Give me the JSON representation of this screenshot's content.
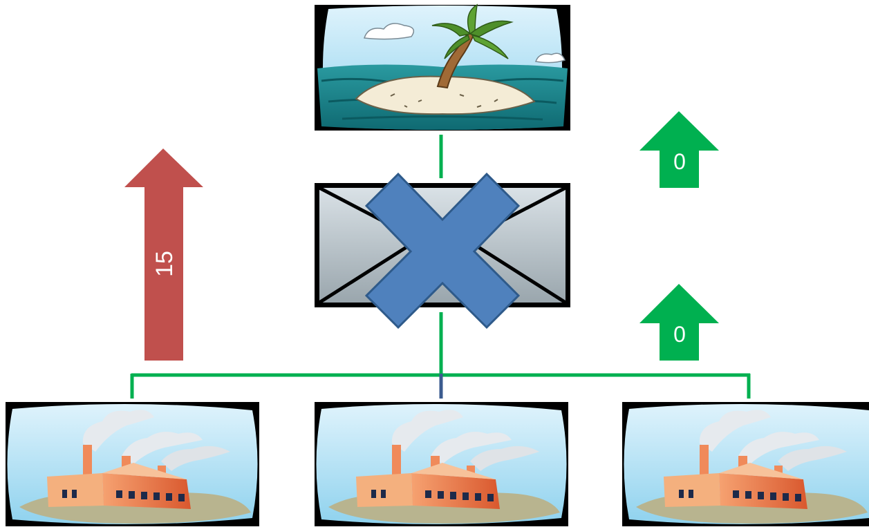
{
  "arrows": {
    "left": {
      "value": "15",
      "color": "#c0504d"
    },
    "upper_right": {
      "value": "0",
      "color": "#00b050"
    },
    "lower_right": {
      "value": "0",
      "color": "#00b050"
    }
  },
  "colors": {
    "connector_line": "#00b050",
    "blocked_mark": "#4f81bd",
    "mark_outline": "#2e5a8a"
  },
  "nodes": {
    "destination": {
      "icon": "island-icon"
    },
    "gateway": {
      "icon": "envelope-icon",
      "state_icon": "blocked-x-icon"
    },
    "sources": [
      {
        "icon": "factory-icon"
      },
      {
        "icon": "factory-icon"
      },
      {
        "icon": "factory-icon"
      }
    ]
  }
}
